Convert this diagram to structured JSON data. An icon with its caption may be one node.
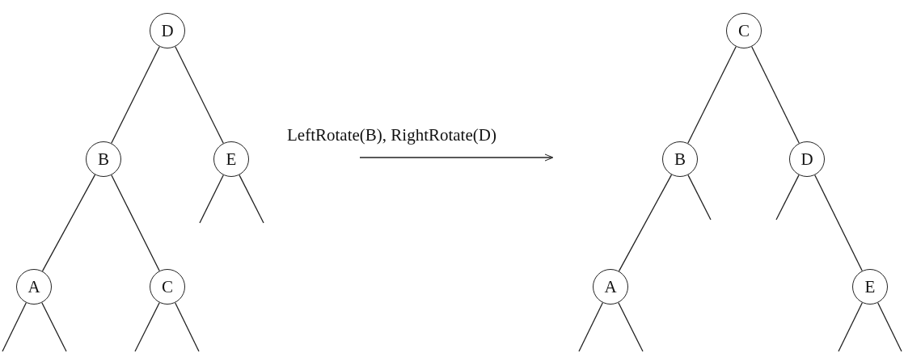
{
  "diagram": {
    "nodes": [
      {
        "text": [
          "D"
        ]
      },
      {
        "text": [
          "B"
        ]
      },
      {
        "text": [
          "E"
        ]
      },
      {
        "text": [
          "A"
        ]
      },
      {
        "text": [
          "C"
        ]
      },
      {
        "text": [
          "C"
        ]
      },
      {
        "text": [
          "B"
        ]
      },
      {
        "text": [
          "D"
        ]
      },
      {
        "text": [
          "A"
        ]
      },
      {
        "text": [
          "E"
        ]
      }
    ],
    "edges": [
      {
        "from": 0,
        "to": 1,
        "arrow": "none"
      },
      {
        "from": 0,
        "to": 2,
        "arrow": "none"
      },
      {
        "from": 1,
        "to": 3,
        "arrow": "none"
      },
      {
        "from": 1,
        "to": 4,
        "arrow": "none"
      },
      {
        "from": 2,
        "to": null,
        "arrow": "none"
      },
      {
        "from": 2,
        "to": null,
        "arrow": "none"
      },
      {
        "from": 3,
        "to": null,
        "arrow": "none"
      },
      {
        "from": 3,
        "to": null,
        "arrow": "none"
      },
      {
        "from": 4,
        "to": null,
        "arrow": "none"
      },
      {
        "from": 4,
        "to": null,
        "arrow": "none"
      },
      {
        "from": 5,
        "to": 6,
        "arrow": "none"
      },
      {
        "from": 5,
        "to": 7,
        "arrow": "none"
      },
      {
        "from": 6,
        "to": 8,
        "arrow": "none"
      },
      {
        "from": 7,
        "to": 9,
        "arrow": "none"
      },
      {
        "from": 6,
        "to": null,
        "arrow": "none"
      },
      {
        "from": 7,
        "to": null,
        "arrow": "none"
      },
      {
        "from": 8,
        "to": null,
        "arrow": "none"
      },
      {
        "from": 8,
        "to": null,
        "arrow": "none"
      },
      {
        "from": 9,
        "to": null,
        "arrow": "none"
      },
      {
        "from": 9,
        "to": null,
        "arrow": "none"
      }
    ],
    "labels": [
      "LeftRotate(B), RightRotate(D)"
    ]
  }
}
